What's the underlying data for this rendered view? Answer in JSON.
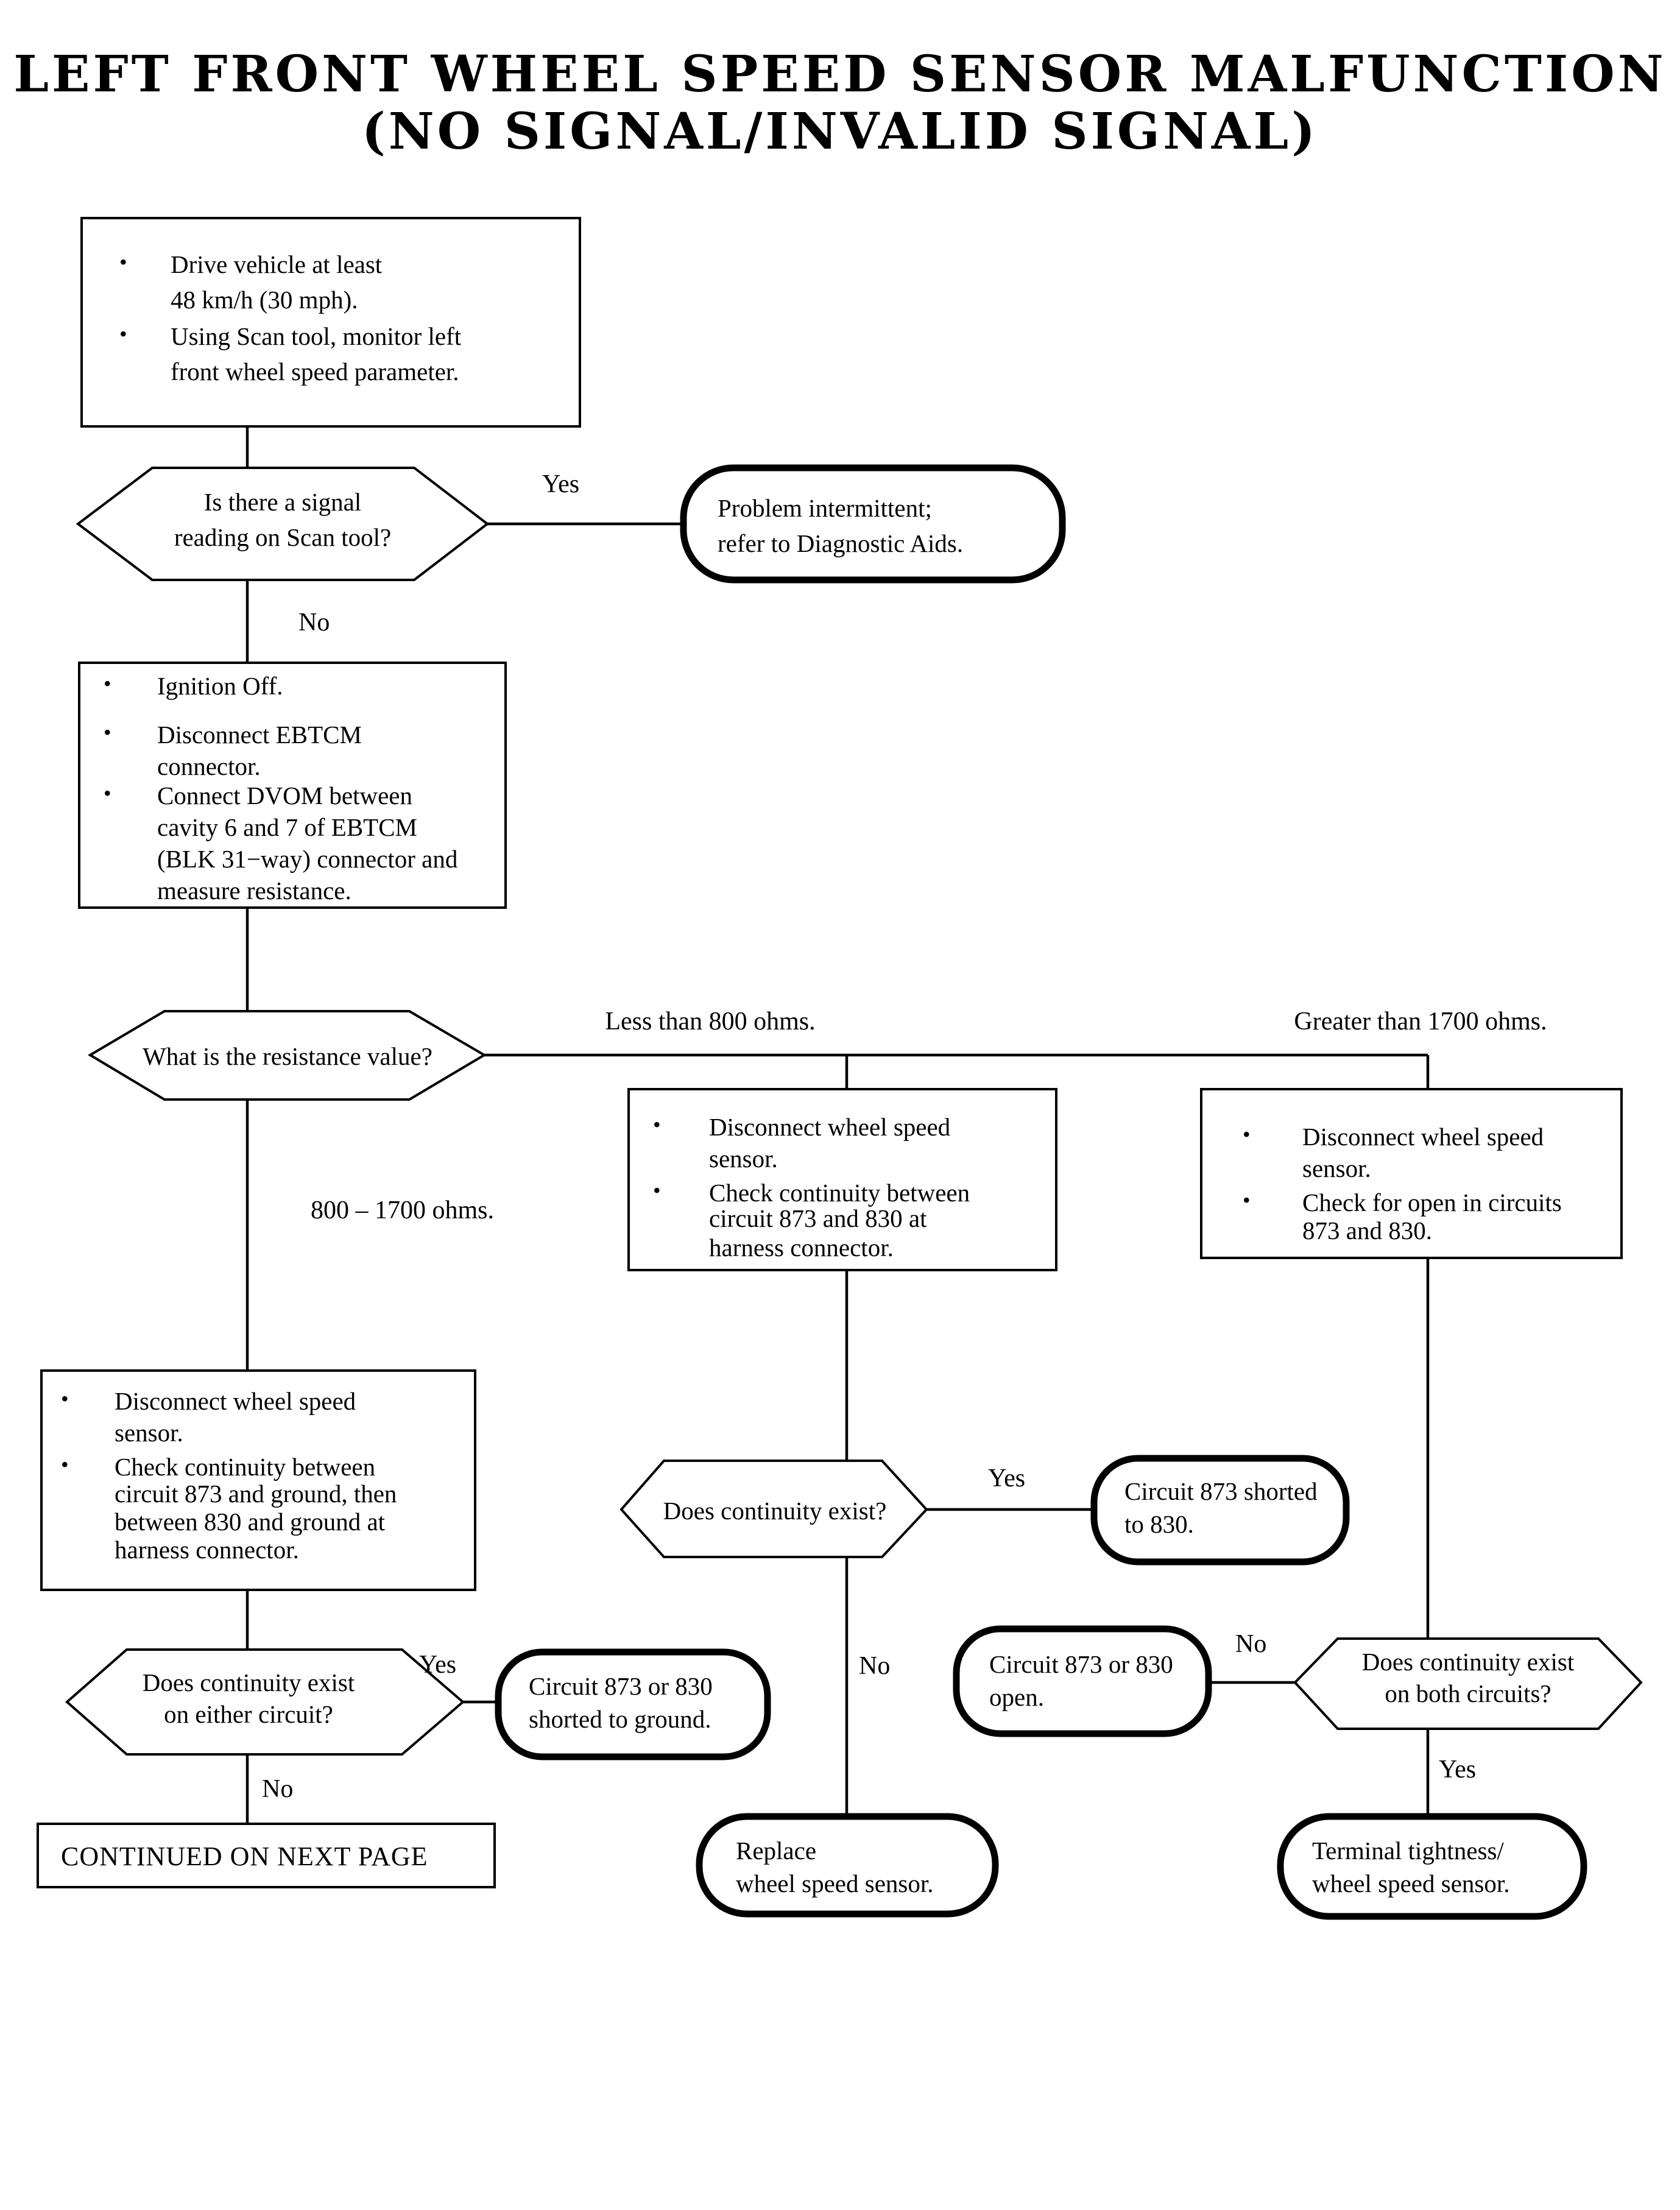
{
  "document": {
    "title_line1": "LEFT FRONT WHEEL SPEED SENSOR MALFUNCTION",
    "title_line2": "(NO SIGNAL/INVALID SIGNAL)"
  },
  "chart_data": {
    "type": "diagram",
    "subtype": "flowchart",
    "title": "LEFT FRONT WHEEL SPEED SENSOR MALFUNCTION (NO SIGNAL/INVALID SIGNAL)",
    "nodes": [
      {
        "id": "n1",
        "shape": "process",
        "lines": [
          "Drive vehicle at least",
          "48 km/h (30 mph).",
          "Using Scan tool, monitor left",
          "front wheel speed parameter."
        ]
      },
      {
        "id": "n2",
        "shape": "decision",
        "lines": [
          "Is there a signal",
          "reading on Scan tool?"
        ]
      },
      {
        "id": "n3",
        "shape": "terminal",
        "lines": [
          "Problem intermittent;",
          "refer to Diagnostic Aids."
        ]
      },
      {
        "id": "n4",
        "shape": "process",
        "lines": [
          "Ignition Off.",
          "Disconnect EBTCM",
          "connector.",
          "Connect DVOM between",
          "cavity 6 and 7 of EBTCM",
          "(BLK 31−way) connector and",
          "measure resistance."
        ]
      },
      {
        "id": "n5",
        "shape": "decision",
        "lines": [
          "What is the resistance value?"
        ]
      },
      {
        "id": "n6",
        "shape": "process",
        "lines": [
          "Disconnect wheel speed",
          "sensor.",
          "Check continuity between",
          "circuit 873 and 830 at",
          "harness connector."
        ]
      },
      {
        "id": "n7",
        "shape": "process",
        "lines": [
          "Disconnect wheel speed",
          "sensor.",
          "Check for open in circuits",
          "873 and 830."
        ]
      },
      {
        "id": "n8",
        "shape": "process",
        "lines": [
          "Disconnect wheel speed",
          "sensor.",
          "Check continuity between",
          "circuit 873 and ground, then",
          "between 830 and ground at",
          "harness connector."
        ]
      },
      {
        "id": "n9",
        "shape": "decision",
        "lines": [
          "Does continuity exist?"
        ]
      },
      {
        "id": "n10",
        "shape": "terminal",
        "lines": [
          "Circuit 873 shorted",
          "to 830."
        ]
      },
      {
        "id": "n11",
        "shape": "terminal",
        "lines": [
          "Circuit 873 or 830",
          "open."
        ]
      },
      {
        "id": "n12",
        "shape": "decision",
        "lines": [
          "Does continuity exist",
          "on both circuits?"
        ]
      },
      {
        "id": "n13",
        "shape": "decision",
        "lines": [
          "Does continuity exist",
          "on either circuit?"
        ]
      },
      {
        "id": "n14",
        "shape": "terminal",
        "lines": [
          "Circuit 873 or 830",
          "shorted to ground."
        ]
      },
      {
        "id": "n15",
        "shape": "process",
        "lines": [
          "CONTINUED ON NEXT PAGE"
        ]
      },
      {
        "id": "n16",
        "shape": "terminal",
        "lines": [
          "Replace",
          "wheel speed sensor."
        ]
      },
      {
        "id": "n17",
        "shape": "terminal",
        "lines": [
          "Terminal tightness/",
          "wheel speed sensor."
        ]
      }
    ],
    "edges": [
      {
        "from": "n1",
        "to": "n2",
        "label": ""
      },
      {
        "from": "n2",
        "to": "n3",
        "label": "Yes"
      },
      {
        "from": "n2",
        "to": "n4",
        "label": "No"
      },
      {
        "from": "n4",
        "to": "n5",
        "label": ""
      },
      {
        "from": "n5",
        "to": "n6",
        "label": "Less than 800 ohms."
      },
      {
        "from": "n5",
        "to": "n7",
        "label": "Greater than 1700 ohms."
      },
      {
        "from": "n5",
        "to": "n8",
        "label": "800 – 1700 ohms."
      },
      {
        "from": "n6",
        "to": "n9",
        "label": ""
      },
      {
        "from": "n9",
        "to": "n10",
        "label": "Yes"
      },
      {
        "from": "n9",
        "to": "n16",
        "label": "No"
      },
      {
        "from": "n7",
        "to": "n12",
        "label": ""
      },
      {
        "from": "n12",
        "to": "n11",
        "label": "No"
      },
      {
        "from": "n12",
        "to": "n17",
        "label": "Yes"
      },
      {
        "from": "n8",
        "to": "n13",
        "label": ""
      },
      {
        "from": "n13",
        "to": "n14",
        "label": "Yes"
      },
      {
        "from": "n13",
        "to": "n15",
        "label": "No"
      }
    ]
  },
  "boxes": {
    "step1": {
      "b1_l1": "Drive vehicle at least",
      "b1_l2": "48 km/h (30 mph).",
      "b1_l3": "Using Scan tool, monitor left",
      "b1_l4": "front wheel speed parameter."
    },
    "step4": {
      "b4_l1": "Ignition Off.",
      "b4_l2": "Disconnect EBTCM",
      "b4_l3": "connector.",
      "b4_l4": "Connect DVOM between",
      "b4_l5": "cavity 6 and 7 of EBTCM",
      "b4_l6": "(BLK 31−way) connector and",
      "b4_l7": "measure resistance."
    },
    "step6": {
      "b6_l1": "Disconnect wheel speed",
      "b6_l2": "sensor.",
      "b6_l3": "Check continuity between",
      "b6_l4": "circuit 873 and 830 at",
      "b6_l5": "harness connector."
    },
    "step7": {
      "b7_l1": "Disconnect wheel speed",
      "b7_l2": "sensor.",
      "b7_l3": "Check for open in circuits",
      "b7_l4": "873 and 830."
    },
    "step8": {
      "b8_l1": "Disconnect wheel speed",
      "b8_l2": "sensor.",
      "b8_l3": "Check continuity between",
      "b8_l4": "circuit 873 and ground, then",
      "b8_l5": "between 830 and ground at",
      "b8_l6": "harness connector."
    },
    "continued": {
      "label": "CONTINUED ON NEXT PAGE"
    }
  },
  "decisions": {
    "d1_l1": "Is there a signal",
    "d1_l2": "reading on Scan tool?",
    "d2_l1": "What is the resistance value?",
    "d3_l1": "Does continuity exist?",
    "d4_l1": "Does continuity exist",
    "d4_l2": "on both circuits?",
    "d5_l1": "Does continuity exist",
    "d5_l2": "on either circuit?"
  },
  "terminals": {
    "t1_l1": "Problem intermittent;",
    "t1_l2": "refer to Diagnostic Aids.",
    "t2_l1": "Circuit 873 shorted",
    "t2_l2": "to 830.",
    "t3_l1": "Circuit 873 or 830",
    "t3_l2": "open.",
    "t4_l1": "Circuit 873 or 830",
    "t4_l2": "shorted to ground.",
    "t5_l1": "Replace",
    "t5_l2": "wheel speed sensor.",
    "t6_l1": "Terminal tightness/",
    "t6_l2": "wheel speed sensor."
  },
  "edge_labels": {
    "yes1": "Yes",
    "no1": "No",
    "less_than_800": "Less than 800 ohms.",
    "greater_than_1700": "Greater than 1700 ohms.",
    "range_800_1700": "800 – 1700 ohms.",
    "yes2": "Yes",
    "no2": "No",
    "no3": "No",
    "yes3": "Yes",
    "yes4": "Yes",
    "no4": "No"
  },
  "bullet_glyph": "•",
  "colors": {
    "ink": "#000000",
    "paper": "#ffffff"
  }
}
